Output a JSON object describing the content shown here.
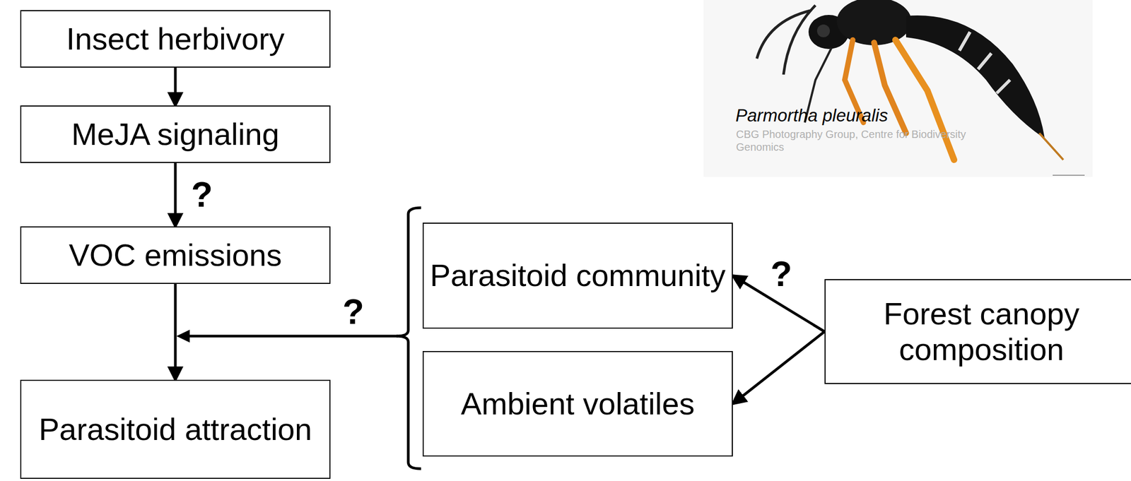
{
  "diagram": {
    "nodes": [
      {
        "text": [
          "Insect herbivory"
        ]
      },
      {
        "text": [
          "MeJA signaling"
        ]
      },
      {
        "text": [
          "VOC emissions"
        ]
      },
      {
        "text": [
          "Parasitoid attraction"
        ]
      },
      {
        "text": [
          "Parasitoid community"
        ]
      },
      {
        "text": [
          "Ambient volatiles"
        ]
      },
      {
        "text": [
          "Forest canopy composition"
        ]
      }
    ],
    "edges": [
      {
        "from": 0,
        "to": 1,
        "arrow": "to"
      },
      {
        "from": 1,
        "to": 2,
        "arrow": "to"
      },
      {
        "from": 2,
        "to": 3,
        "arrow": "to"
      },
      {
        "from": 6,
        "to": 4,
        "arrow": "to"
      },
      {
        "from": 6,
        "to": 5,
        "arrow": "to"
      }
    ],
    "labels": [
      "?",
      "?",
      "?",
      "Parmortha pleuralis",
      "CBG Photography Group, Centre for Biodiversity Genomics"
    ]
  }
}
